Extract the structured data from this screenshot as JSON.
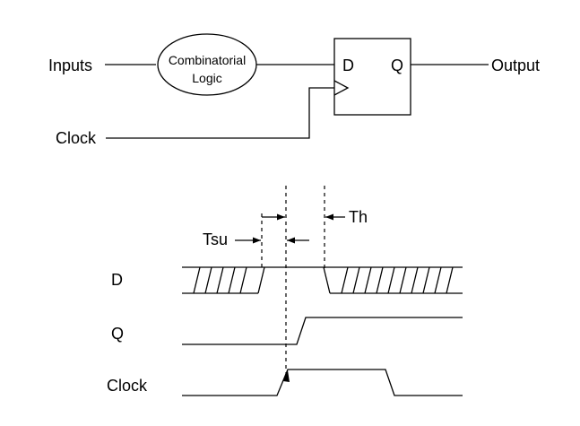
{
  "circuit": {
    "inputs_label": "Inputs",
    "logic_label_line1": "Combinatorial",
    "logic_label_line2": "Logic",
    "ff_d_label": "D",
    "ff_q_label": "Q",
    "output_label": "Output",
    "clock_label": "Clock"
  },
  "timing": {
    "tsu_label": "Tsu",
    "th_label": "Th",
    "signals": [
      {
        "name": "D"
      },
      {
        "name": "Q"
      },
      {
        "name": "Clock"
      }
    ]
  }
}
